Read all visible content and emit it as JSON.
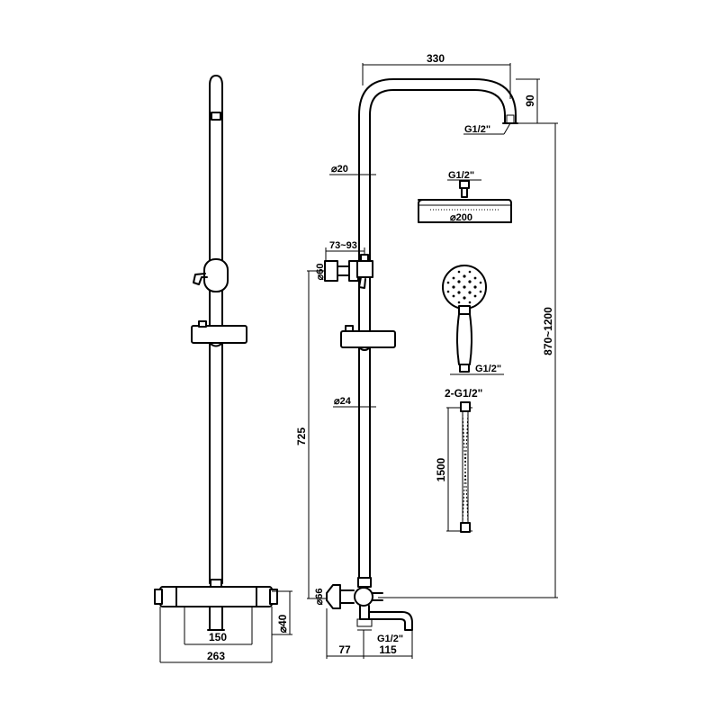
{
  "dimensions": {
    "arm_length": "330",
    "arm_drop": "90",
    "arm_thread": "G1/2\"",
    "upper_pipe_dia": "⌀20",
    "head_thread": "G1/2\"",
    "head_dia": "⌀200",
    "bracket_range": "73~93",
    "bracket_dia": "⌀60",
    "total_height": "870~1200",
    "handshower_thread": "G1/2\"",
    "hose_threads": "2-G1/2\"",
    "hose_length": "1500",
    "lower_pipe_dia": "⌀24",
    "bracket_height": "725",
    "mixer_flange_dia": "⌀66",
    "mixer_depth": "⌀40",
    "mixer_inlet_thread": "G1/2\"",
    "wall_offset": "77",
    "spout_length": "115",
    "inlet_spacing": "150",
    "mixer_width": "263"
  }
}
